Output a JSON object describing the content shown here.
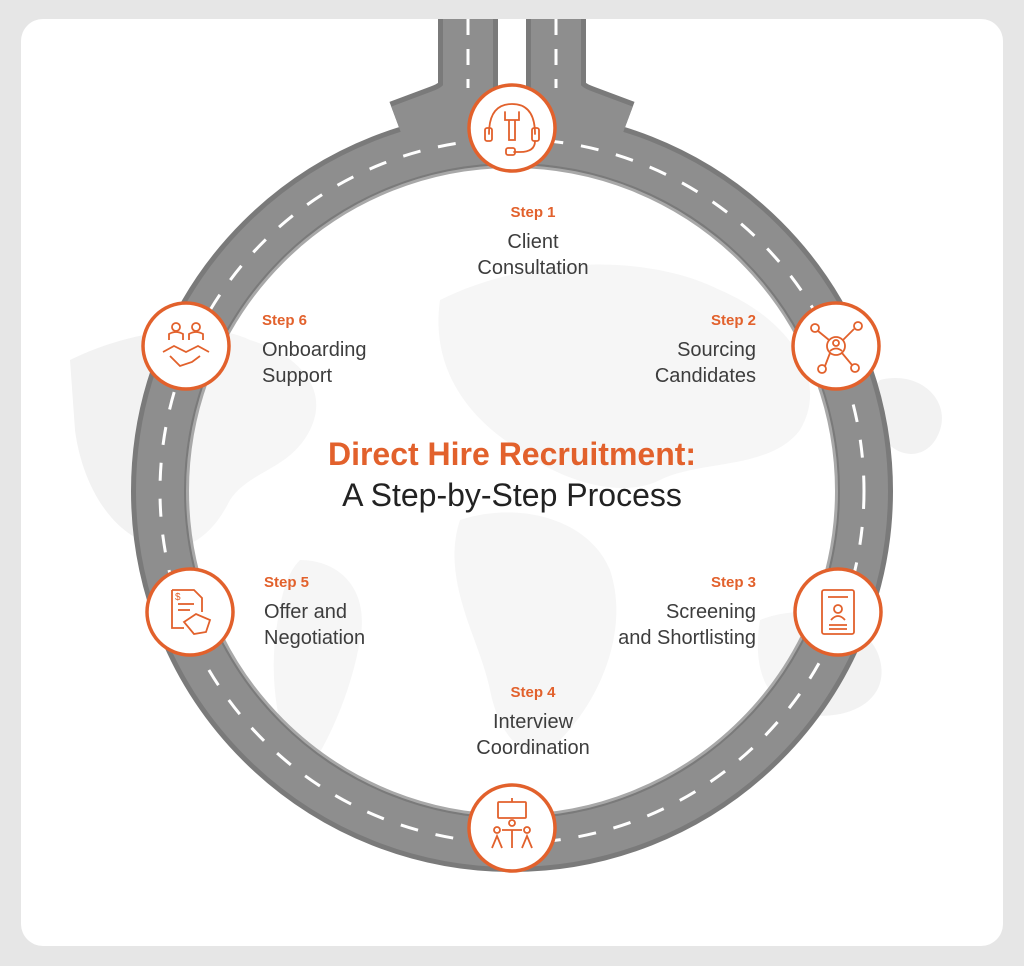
{
  "colors": {
    "accent": "#e2612c",
    "road": "#8e8e8e",
    "road_edge": "#7a7a7a",
    "lane": "#ffffff",
    "map": "#f1f1f1"
  },
  "title": {
    "line1": "Direct Hire Recruitment:",
    "line2": "A Step-by-Step Process"
  },
  "steps": [
    {
      "num": "Step 1",
      "name": "Client\nConsultation",
      "icon": "headset-wrench-icon"
    },
    {
      "num": "Step 2",
      "name": "Sourcing\nCandidates",
      "icon": "network-person-icon"
    },
    {
      "num": "Step 3",
      "name": "Screening\nand Shortlisting",
      "icon": "resume-document-icon"
    },
    {
      "num": "Step 4",
      "name": "Interview\nCoordination",
      "icon": "presentation-meeting-icon"
    },
    {
      "num": "Step 5",
      "name": "Offer and\nNegotiation",
      "icon": "contract-handshake-icon"
    },
    {
      "num": "Step 6",
      "name": "Onboarding\nSupport",
      "icon": "team-handshake-icon"
    }
  ]
}
